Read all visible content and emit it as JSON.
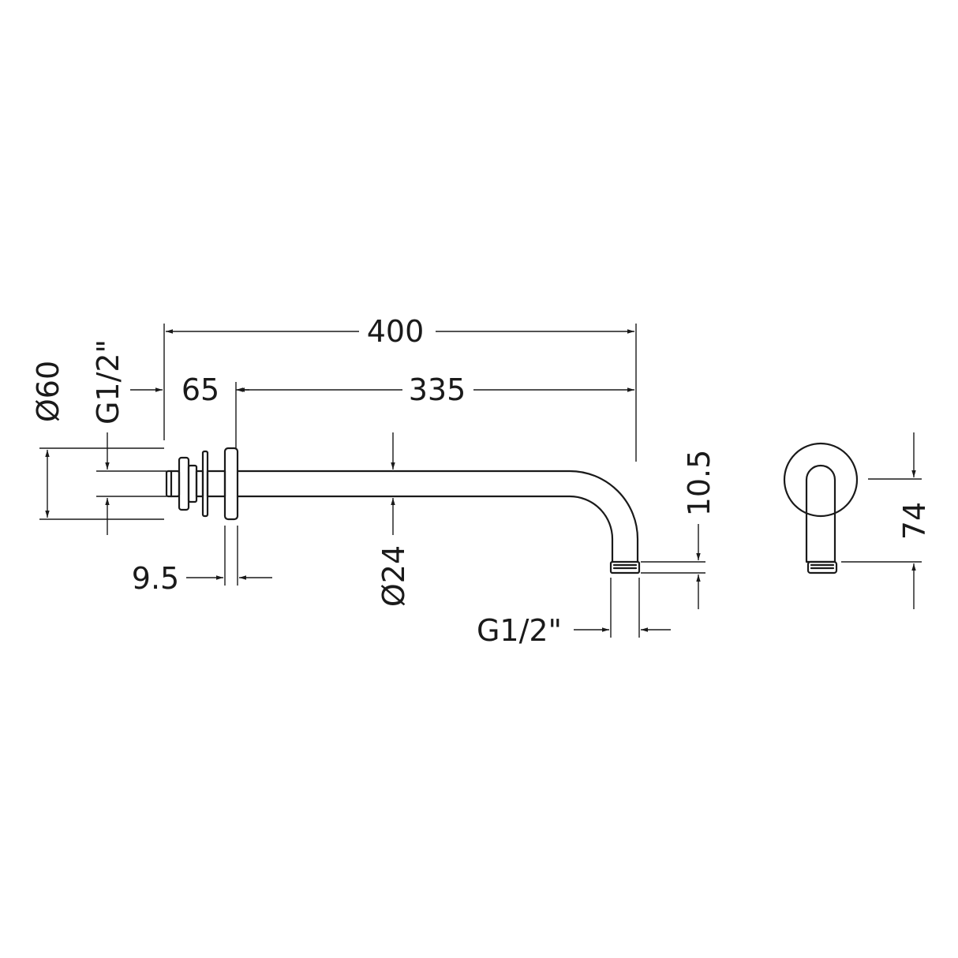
{
  "drawing": {
    "ink_color": "#1a1a1a",
    "background": "#ffffff",
    "dimensions": {
      "overall_length": "400",
      "flange_depth": "65",
      "arm_length": "335",
      "flange_diameter": "Ø60",
      "inlet_thread": "G1/2\"",
      "flange_thickness": "9.5",
      "arm_diameter": "Ø24",
      "outlet_height": "10.5",
      "outlet_thread": "G1/2\"",
      "end_view_height": "74"
    }
  }
}
